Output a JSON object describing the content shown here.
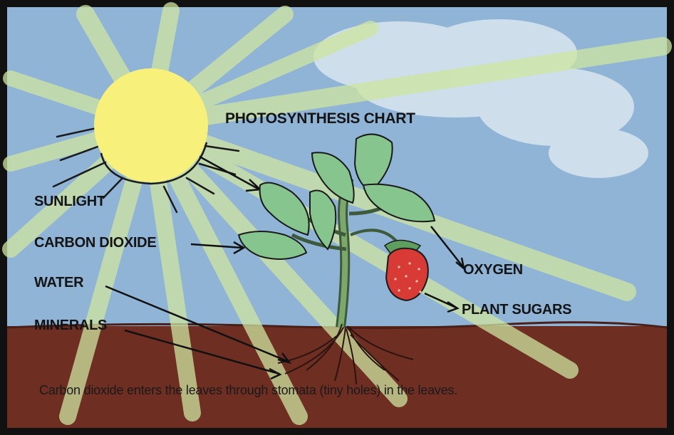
{
  "title": "PHOTOSYNTHESIS CHART",
  "labels": {
    "sunlight": "SUNLIGHT",
    "carbon_dioxide": "CARBON DIOXIDE",
    "water": "WATER",
    "minerals": "MINERALS",
    "oxygen": "OXYGEN",
    "plant_sugars": "PLANT SUGARS"
  },
  "caption": "Carbon dioxide enters the leaves through stomata (tiny holes) in the leaves.",
  "colors": {
    "sky": "#8fb4d6",
    "soil": "#6e2e22",
    "sun": "#f7f07a",
    "rays": "#cfe5a0",
    "leaf": "#86c58e",
    "strawberry": "#d83a35",
    "stem": "#5a7f50"
  },
  "icons": [
    "sun-icon",
    "cloud-icon",
    "strawberry-plant-icon",
    "strawberry-icon",
    "roots-icon"
  ]
}
